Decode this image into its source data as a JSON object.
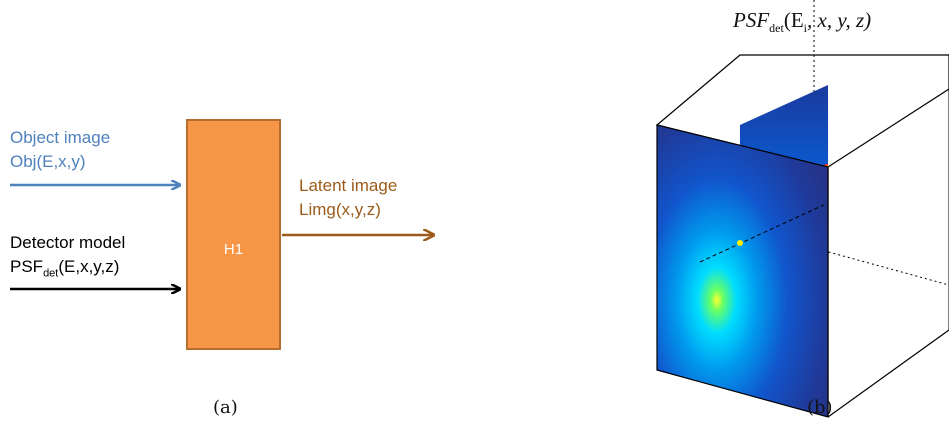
{
  "panel_a": {
    "inputs": {
      "object": {
        "line1": "Object image",
        "line2": "Obj(E,x,y)"
      },
      "detector": {
        "line1": "Detector model",
        "line2_main": "PSF",
        "line2_sub": "det",
        "line2_rest": "(E,x,y,z)"
      }
    },
    "block": {
      "label": "H1"
    },
    "output": {
      "line1": "Latent image",
      "line2": "Limg(x,y,z)"
    },
    "caption": "(a)"
  },
  "panel_b": {
    "title": {
      "main": "PSF",
      "sub": "det",
      "args": "(E",
      "args_sub": "i",
      "args_rest": ", x, y, z)"
    },
    "caption": "(b)"
  },
  "colors": {
    "object_arrow": "#4f81bd",
    "output_arrow": "#9c5b1a",
    "detector_arrow": "#000000",
    "block_fill": "#f79646",
    "block_border": "#b66d31"
  }
}
